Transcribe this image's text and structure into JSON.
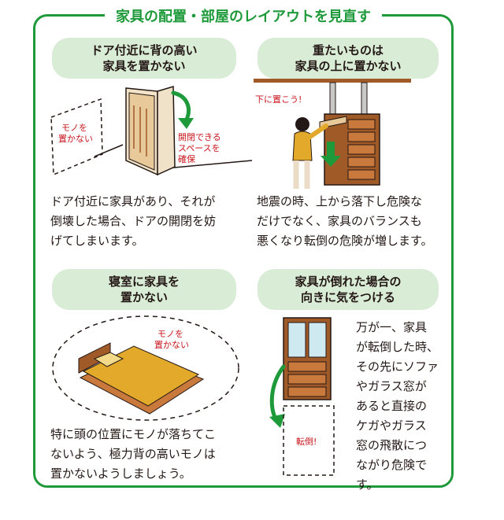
{
  "header": {
    "title": "家具の配置・部屋のレイアウトを見直す"
  },
  "section_door": {
    "heading": [
      "ドア付近に背の高い",
      "家具を置かない"
    ],
    "label_no_objects": [
      "モノを",
      "置かない"
    ],
    "label_space": [
      "開閉できる",
      "スペースを",
      "確保"
    ],
    "body": [
      "ドア付近に家具があり、それが",
      "倒壊した場合、ドアの開閉を妨",
      "げてしまいます。"
    ]
  },
  "section_heavy": {
    "heading": [
      "重たいものは",
      "家具の上に置かない"
    ],
    "label_put_down": "下に置こう!",
    "body": [
      "地震の時、上から落下し危険な",
      "だけでなく、家具のバランスも",
      "悪くなり転倒の危険が増します。"
    ]
  },
  "section_bedroom": {
    "heading": [
      "寝室に家具を",
      "置かない"
    ],
    "label_no_objects": [
      "モノを",
      "置かない"
    ],
    "body": [
      "特に頭の位置にモノが落ちてこ",
      "ないよう、極力背の高いモノは",
      "置かないようしましょう。"
    ]
  },
  "section_direction": {
    "heading": [
      "家具が倒れた場合の",
      "向きに気をつける"
    ],
    "label_fall": "転倒!",
    "body": [
      "万が一、家具",
      "が転倒した時、",
      "その先にソファ",
      "やガラス窓が",
      "あると直接の",
      "ケガやガラス",
      "窓の飛散につ",
      "ながり危険で",
      "す。"
    ]
  },
  "colors": {
    "accent_green": "#1f9a3a",
    "pill_green": "#d9ecd6",
    "warning_red": "#c8161d",
    "wood": "#a05a28",
    "mustard": "#e3a92b"
  }
}
